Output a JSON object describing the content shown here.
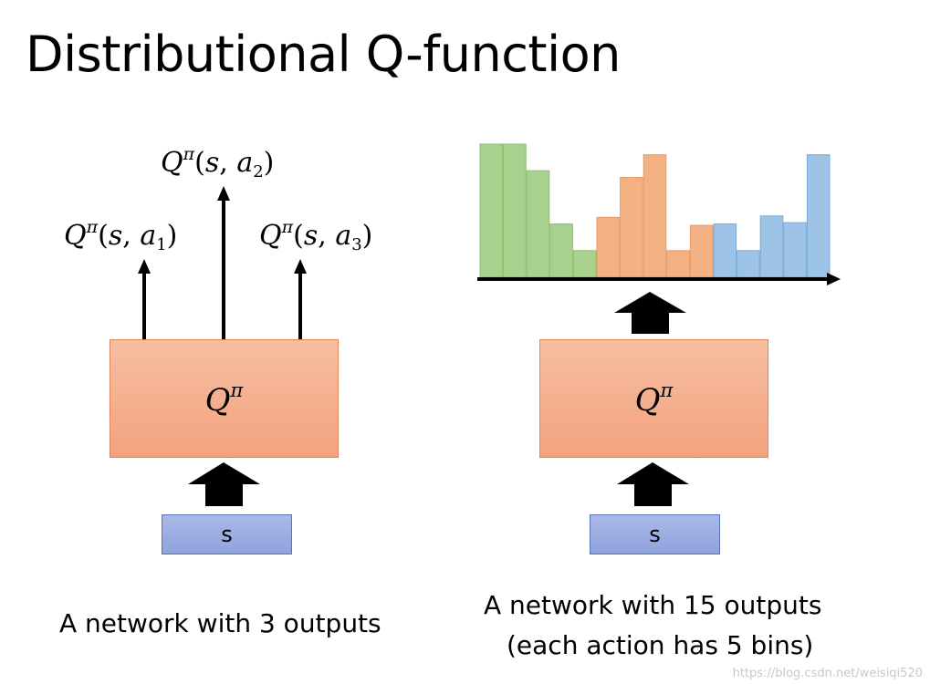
{
  "title": "Distributional Q-function",
  "left": {
    "outputs": [
      {
        "name": "Q",
        "sup": "π",
        "args_open": "(",
        "s": "s",
        "comma": ",",
        "a": "a",
        "sub": "1",
        "args_close": ")"
      },
      {
        "name": "Q",
        "sup": "π",
        "args_open": "(",
        "s": "s",
        "comma": ",",
        "a": "a",
        "sub": "2",
        "args_close": ")"
      },
      {
        "name": "Q",
        "sup": "π",
        "args_open": "(",
        "s": "s",
        "comma": ",",
        "a": "a",
        "sub": "3",
        "args_close": ")"
      }
    ],
    "network": {
      "name": "Q",
      "sup": "π"
    },
    "input": "s",
    "caption": "A network with 3 outputs"
  },
  "right": {
    "network": {
      "name": "Q",
      "sup": "π"
    },
    "input": "s",
    "caption_line1": "A network with 15 outputs",
    "caption_line2": "(each action has 5 bins)"
  },
  "chart_data": {
    "type": "bar",
    "values": [
      1.0,
      1.0,
      0.8,
      0.4,
      0.2,
      0.45,
      0.75,
      0.92,
      0.2,
      0.39,
      0.4,
      0.2,
      0.46,
      0.41,
      0.92
    ],
    "groups": [
      {
        "color": "#a9d18e",
        "border": "#8cbf6a",
        "count": 5
      },
      {
        "color": "#f4b183",
        "border": "#e89a68",
        "count": 5
      },
      {
        "color": "#9dc3e6",
        "border": "#7aa9d8",
        "count": 5
      }
    ],
    "xlabel": "",
    "ylabel": "",
    "grid": false
  },
  "watermark": "https://blog.csdn.net/weisiqi520"
}
